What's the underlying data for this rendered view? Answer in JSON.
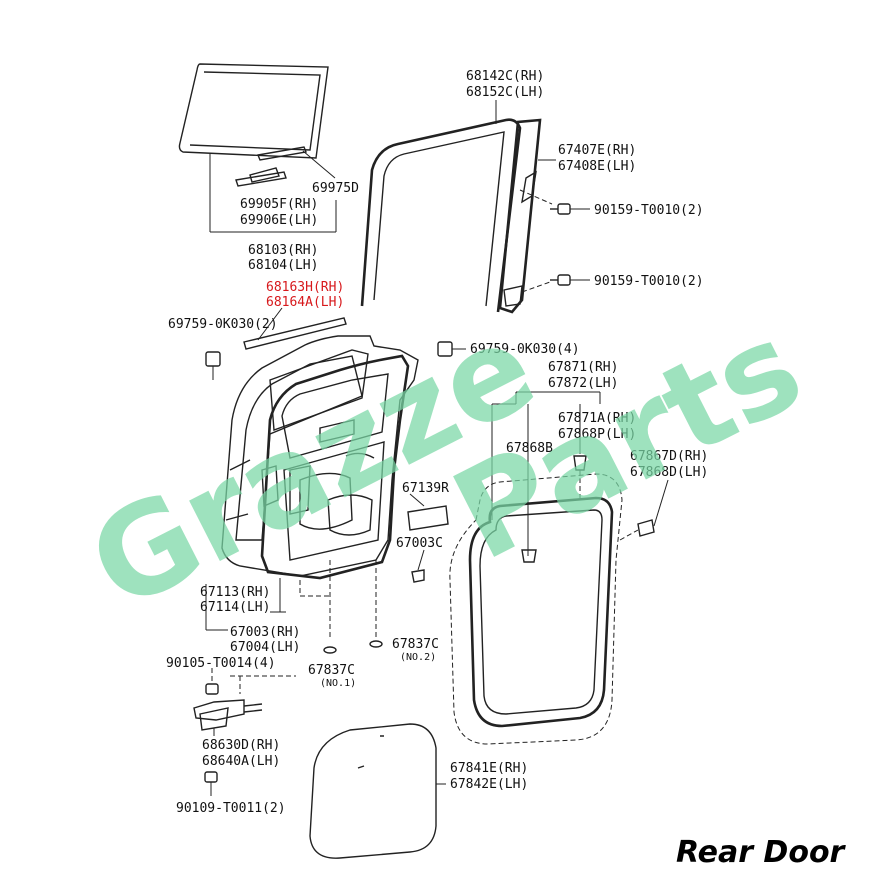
{
  "labels": {
    "p69975D": "69975D",
    "p69905F": "69905F(RH)",
    "p69906E": "69906E(LH)",
    "p68103": "68103(RH)",
    "p68104": "68104(LH)",
    "p68163H": "68163H(RH)",
    "p68164A": "68164A(LH)",
    "p69759_left": "69759-0K030(2)",
    "p68142C": "68142C(RH)",
    "p68152C": "68152C(LH)",
    "p67407E": "67407E(RH)",
    "p67408E": "67408E(LH)",
    "p90159_upper": "90159-T0010(2)",
    "p90159_lower": "90159-T0010(2)",
    "p69759_right": "69759-0K030(4)",
    "p67871": "67871(RH)",
    "p67872": "67872(LH)",
    "p67871A": "67871A(RH)",
    "p67868P": "67868P(LH)",
    "p67868B": "67868B",
    "p67867D": "67867D(RH)",
    "p67868D": "67868D(LH)",
    "p67139R": "67139R",
    "p67003C": "67003C",
    "p67113": "67113(RH)",
    "p67114": "67114(LH)",
    "p67003": "67003(RH)",
    "p67004": "67004(LH)",
    "p67837C_no2": "67837C",
    "no2": "(NO.2)",
    "p67837C_no1": "67837C",
    "no1": "(NO.1)",
    "p90105": "90105-T0014(4)",
    "p68630D": "68630D(RH)",
    "p68640A": "68640A(LH)",
    "p90109": "90109-T0011(2)",
    "p67841E": "67841E(RH)",
    "p67842E": "67842E(LH)"
  },
  "watermark": {
    "line1": "Grazze",
    "line2": "Parts"
  },
  "caption": "Rear Door",
  "colors": {
    "highlight_label": "#d7191c",
    "watermark": "#7ad8a6",
    "line_art": "#222222"
  }
}
